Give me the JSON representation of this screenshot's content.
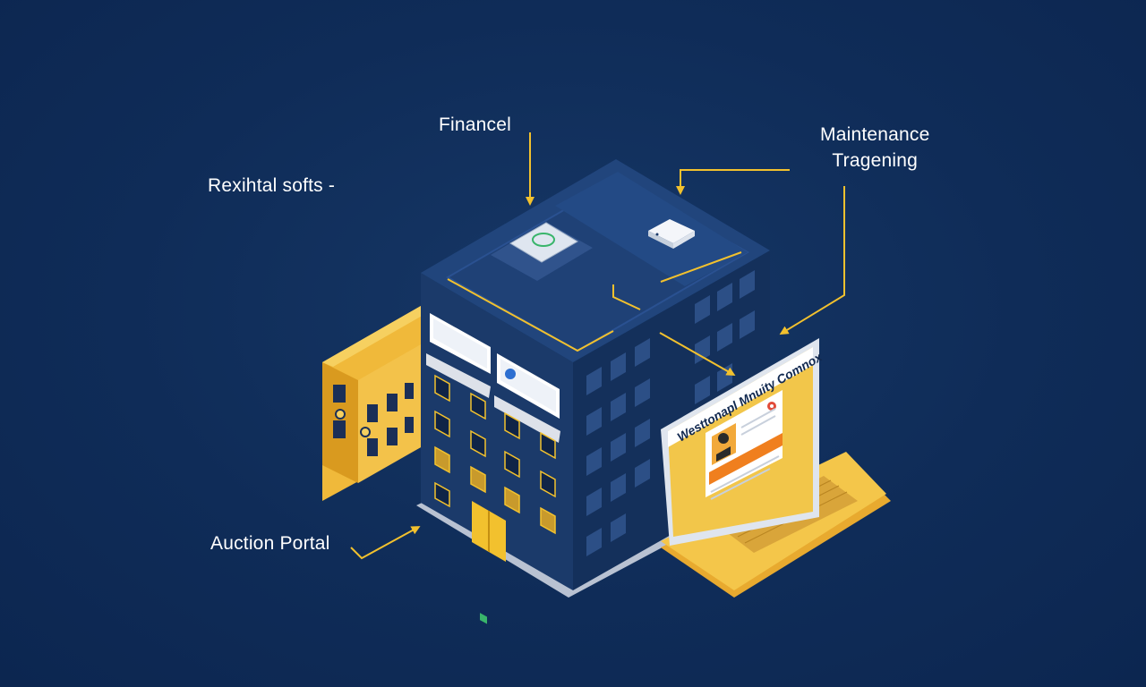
{
  "labels": {
    "financial": "Financel",
    "rental": "Rexihtal softs  -",
    "maintenance_line1": "Maintenance",
    "maintenance_line2": "Tragening",
    "auction": "Auction Portal"
  },
  "laptop": {
    "screen_title": "Westtonapl Mnuity Comnox"
  },
  "colors": {
    "background": "#0f2c58",
    "building": "#1e3f73",
    "accent": "#f2c12e",
    "annex": "#f0b93a",
    "laptop": "#f4c64a"
  },
  "icons": [
    "router-icon",
    "chip-icon",
    "avatar-icon",
    "chrome-icon"
  ]
}
